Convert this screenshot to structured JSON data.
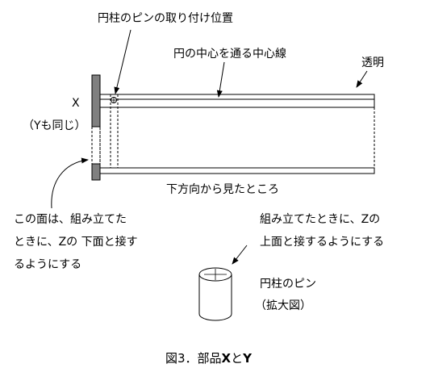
{
  "labels": {
    "pin_position": "円柱のピンの取り付け位置",
    "center_line": "円の中心を通る中心線",
    "transparent": "透明",
    "part_x": "X",
    "same_for_y": "（Yも同じ）",
    "view_from_below": "下方向から見たところ",
    "face_note": [
      "この面は、組み立てた",
      "ときに、Zの 下面と接す",
      "るようにする"
    ],
    "top_note": [
      "組み立てたときに、Zの",
      "上面と接するようにする"
    ],
    "pin_name": "円柱のピン",
    "enlarged": "（拡大図）"
  },
  "caption": {
    "prefix": "図3．部品",
    "part_x": "X",
    "conjunction": "と",
    "part_y": "Y"
  },
  "colors": {
    "line": "#000000",
    "plate_fill": "#808080",
    "background": "#ffffff"
  }
}
